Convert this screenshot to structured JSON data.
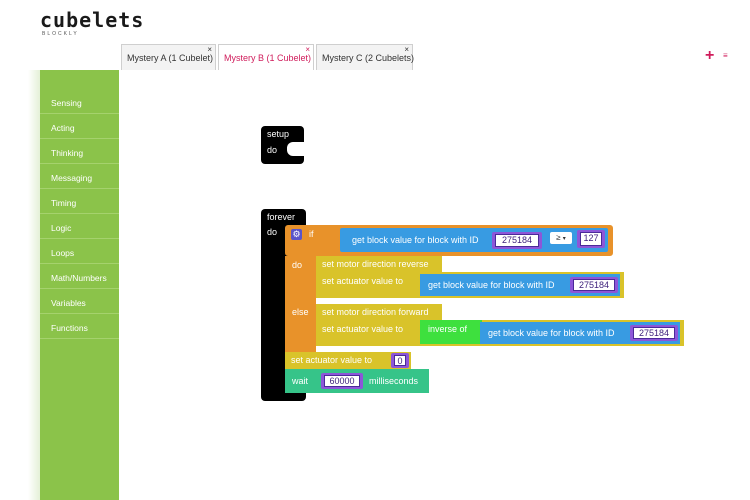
{
  "app": {
    "logo": "cubelets",
    "logo_sub": "BLOCKLY"
  },
  "tabs": [
    {
      "label": "Mystery A (1 Cubelet)",
      "close": "×",
      "active": false
    },
    {
      "label": "Mystery B (1 Cubelet)",
      "close": "×",
      "active": true
    },
    {
      "label": "Mystery C (2 Cubelets)",
      "close": "×",
      "active": false
    }
  ],
  "tab_add": "+",
  "tab_more": "≡",
  "sidebar": {
    "categories": [
      "Sensing",
      "Acting",
      "Thinking",
      "Messaging",
      "Timing",
      "Logic",
      "Loops",
      "Math/Numbers",
      "Variables",
      "Functions"
    ]
  },
  "blocks": {
    "setup": {
      "label": "setup",
      "do_label": "do"
    },
    "forever": {
      "label": "forever",
      "do_label": "do",
      "if": {
        "label": "if",
        "condition": {
          "get_label": "get block value for block with ID",
          "id": "275184",
          "operator": "≥",
          "value": "127"
        },
        "do_label": "do",
        "do_stmts": {
          "motor": "set motor direction reverse",
          "actuator": "set actuator value to",
          "get_label": "get block value for block with ID",
          "id": "275184"
        },
        "else_label": "else",
        "else_stmts": {
          "motor": "set motor direction forward",
          "actuator": "set actuator value to",
          "inverse_label": "inverse of",
          "get_label": "get block value for block with ID",
          "id": "275184"
        }
      },
      "set_actuator": {
        "label": "set actuator value to",
        "value": "0"
      },
      "wait": {
        "label": "wait",
        "value": "60000",
        "unit": "milliseconds"
      }
    }
  },
  "colors": {
    "accent": "#d01c5b",
    "sidebar": "#8bc34a",
    "event": "#000000",
    "logic": "#e8922a",
    "math": "#389be2",
    "action": "#d9c32a",
    "number": "#8d56d8",
    "timing": "#36c489",
    "inverse": "#3ee03e"
  }
}
